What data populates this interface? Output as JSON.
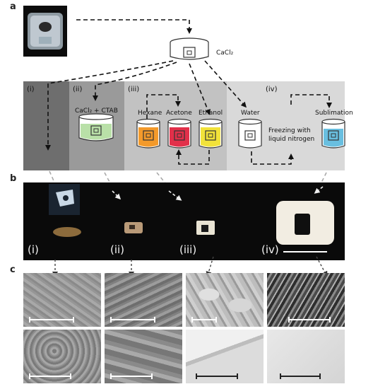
{
  "panels": {
    "a": "a",
    "b": "b",
    "c": "c"
  },
  "labels": {
    "cacl2": "CaCl₂",
    "cacl2_ctab": "CaCl₂ + CTAB",
    "hexane": "Hexane",
    "acetone": "Acetone",
    "ethanol": "Ethanol",
    "water": "Water",
    "freezing_line1": "Freezing with",
    "freezing_line2": "liquid nitrogen",
    "sublimation": "Sublimation"
  },
  "routes": [
    "(i)",
    "(ii)",
    "(iii)",
    "(iv)"
  ],
  "colors": {
    "route_i_bg": "#6e6e6e",
    "route_ii_bg": "#9a9a9a",
    "route_iii_bg": "#c2c2c2",
    "route_iv_bg": "#d9d9d9",
    "ctab_liquid": "#b9e0a8",
    "hexane_liquid": "#f39a2b",
    "acetone_liquid": "#e2304a",
    "ethanol_liquid": "#f2e23a",
    "sublimation_liquid": "#69bfe0"
  }
}
